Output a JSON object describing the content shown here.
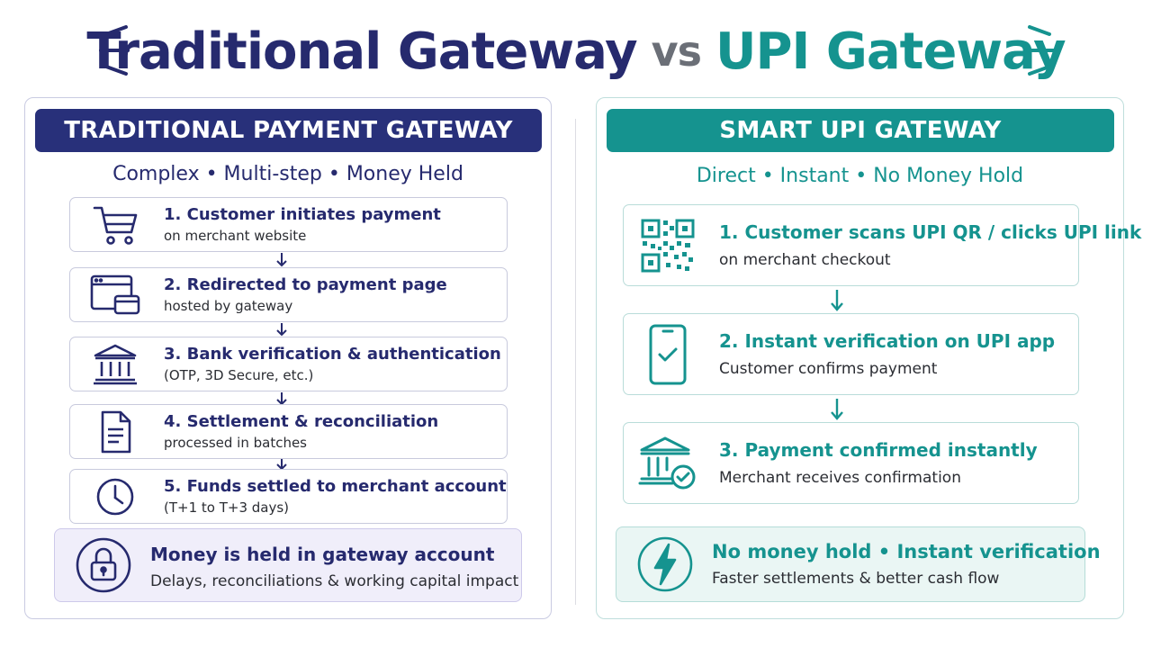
{
  "header": {
    "title_left": "Traditional Gateway",
    "title_vs": "vs",
    "title_right": "UPI Gateway"
  },
  "left_panel": {
    "heading": "TRADITIONAL PAYMENT GATEWAY",
    "subtitle": "Complex • Multi-step • Money Held",
    "steps": [
      {
        "title": "1. Customer initiates payment",
        "desc": "on merchant website",
        "icon": "shopping-cart-icon"
      },
      {
        "title": "2. Redirected to payment page",
        "desc": "hosted by gateway",
        "icon": "browser-card-icon"
      },
      {
        "title": "3. Bank verification & authentication",
        "desc": "(OTP, 3D Secure, etc.)",
        "icon": "bank-icon"
      },
      {
        "title": "4. Settlement & reconciliation",
        "desc": "processed in batches",
        "icon": "document-icon"
      },
      {
        "title": "5. Funds settled to merchant account",
        "desc": "(T+1 to T+3 days)",
        "icon": "clock-icon"
      }
    ],
    "callout": {
      "title": "Money is held in gateway account",
      "desc": "Delays, reconciliations & working capital impact",
      "icon": "lock-icon"
    }
  },
  "right_panel": {
    "heading": "SMART UPI GATEWAY",
    "subtitle": "Direct • Instant • No Money Hold",
    "steps": [
      {
        "title": "1. Customer scans UPI QR / clicks UPI link",
        "desc": "on merchant checkout",
        "icon": "qr-code-icon"
      },
      {
        "title": "2. Instant verification on UPI app",
        "desc": "Customer confirms payment",
        "icon": "phone-check-icon"
      },
      {
        "title": "3. Payment confirmed instantly",
        "desc": "Merchant receives confirmation",
        "icon": "bank-check-icon"
      }
    ],
    "callout": {
      "title": "No money hold • Instant verification",
      "desc": "Faster settlements & better cash flow",
      "icon": "lightning-icon"
    }
  },
  "colors": {
    "navy": "#262a6e",
    "teal": "#15938f",
    "grey": "#6b6f77"
  }
}
